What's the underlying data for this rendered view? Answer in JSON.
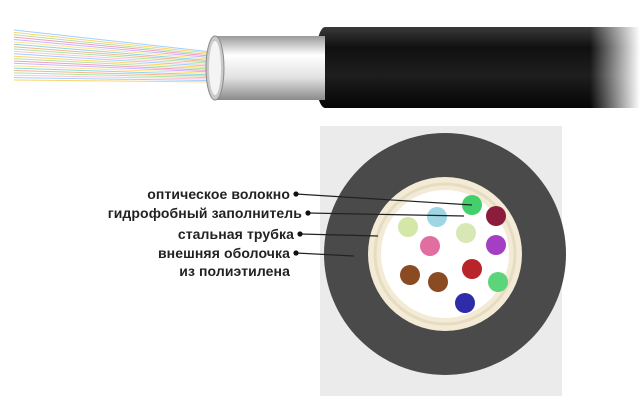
{
  "labels": {
    "fiber": "оптическое волокно",
    "filler": "гидрофобный заполнитель",
    "tube": "стальная  трубка",
    "sheath_1": "внешняя оболочка",
    "sheath_2": "из полиэтилена"
  },
  "colors": {
    "outer_sheath": "#4a4a4a",
    "filler": "#f3ebd6",
    "tube_ring": "#e6dcc2",
    "core_fill": "#ffffff",
    "background_square": "#ebebeb",
    "cable_jacket": "#1b1b1b",
    "steel_tube": "#dcdcdc"
  },
  "fibers": [
    {
      "color": "#43d06b"
    },
    {
      "color": "#8b1c3c"
    },
    {
      "color": "#9fd6e3"
    },
    {
      "color": "#d5e7a8"
    },
    {
      "color": "#d8e8b4"
    },
    {
      "color": "#e06ea0"
    },
    {
      "color": "#a43ec2"
    },
    {
      "color": "#8a4a22"
    },
    {
      "color": "#8a4a22"
    },
    {
      "color": "#b8242a"
    },
    {
      "color": "#5cd47a"
    },
    {
      "color": "#2e2ca8"
    }
  ],
  "strand_colors": [
    "#9fd0ff",
    "#ffd36b",
    "#b4e39c",
    "#f29cc0",
    "#c9b3ff",
    "#ffe08c",
    "#8ad8e0",
    "#f7b28c",
    "#a8e6a0",
    "#ffc2d6"
  ]
}
